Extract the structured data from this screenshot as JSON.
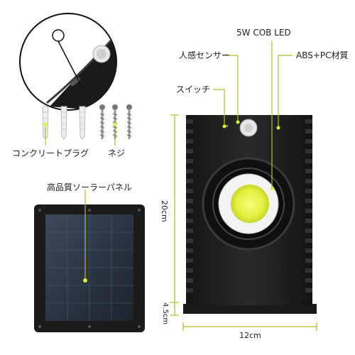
{
  "labels": {
    "led": "5W COB LED",
    "sensor": "人感センサー",
    "material": "ABS+PC材質",
    "switch": "スイッチ",
    "anchor": "コンクリートプラグ",
    "screw": "ネジ",
    "panel": "高品質ソーラーパネル"
  },
  "dimensions": {
    "height": "20cm",
    "base": "4.5cm",
    "width": "12cm"
  },
  "colors": {
    "leader": "#b6bb2a",
    "led": "#e9f54a",
    "body": "#1d1d1d",
    "panel": "#2a3340"
  }
}
